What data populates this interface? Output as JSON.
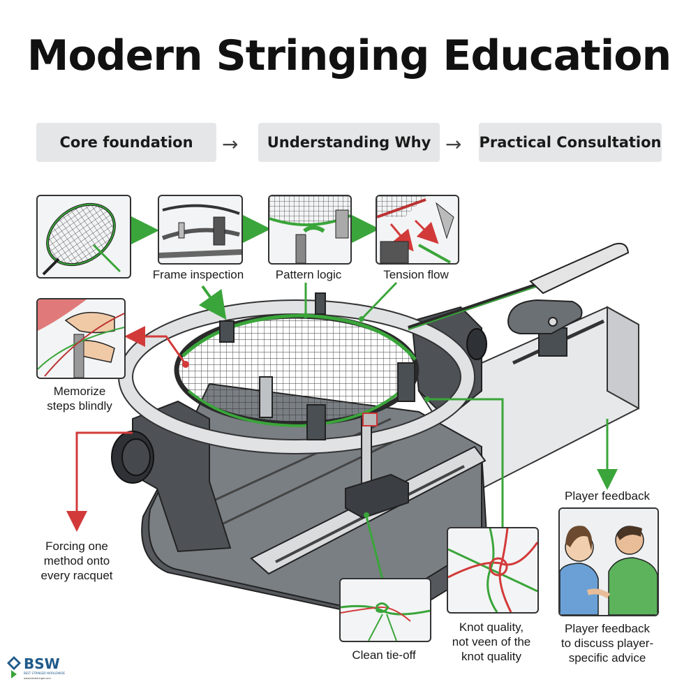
{
  "title": "Modern Stringing Education",
  "stages": [
    {
      "label": "Core foundation"
    },
    {
      "label": "Understanding Why"
    },
    {
      "label": "Practical Consultation"
    }
  ],
  "stage_arrow": "→",
  "steps": [
    {
      "label": "Frame inspection"
    },
    {
      "label": "Pattern logic"
    },
    {
      "label": "Tension flow"
    }
  ],
  "callouts": {
    "memorize": [
      "Memorize",
      "steps blindly"
    ],
    "forcing": [
      "Forcing one",
      "method onto",
      "every racquet"
    ],
    "player_feedback_top": "Player feedback",
    "clean_tieoff": "Clean tie-off",
    "knot_quality": [
      "Knot quality,",
      "not veen of the",
      "knot quality"
    ],
    "player_feedback_bottom": [
      "Player feedback",
      "to discuss player-",
      "specific advice"
    ]
  },
  "logo": {
    "text": "BSW",
    "subtext": "BEST STRINGER WORLDWIDE",
    "url": "www.beststringer.com"
  },
  "colors": {
    "good": "#3aa53a",
    "bad": "#d23a3a",
    "machine": "#5c6166"
  }
}
